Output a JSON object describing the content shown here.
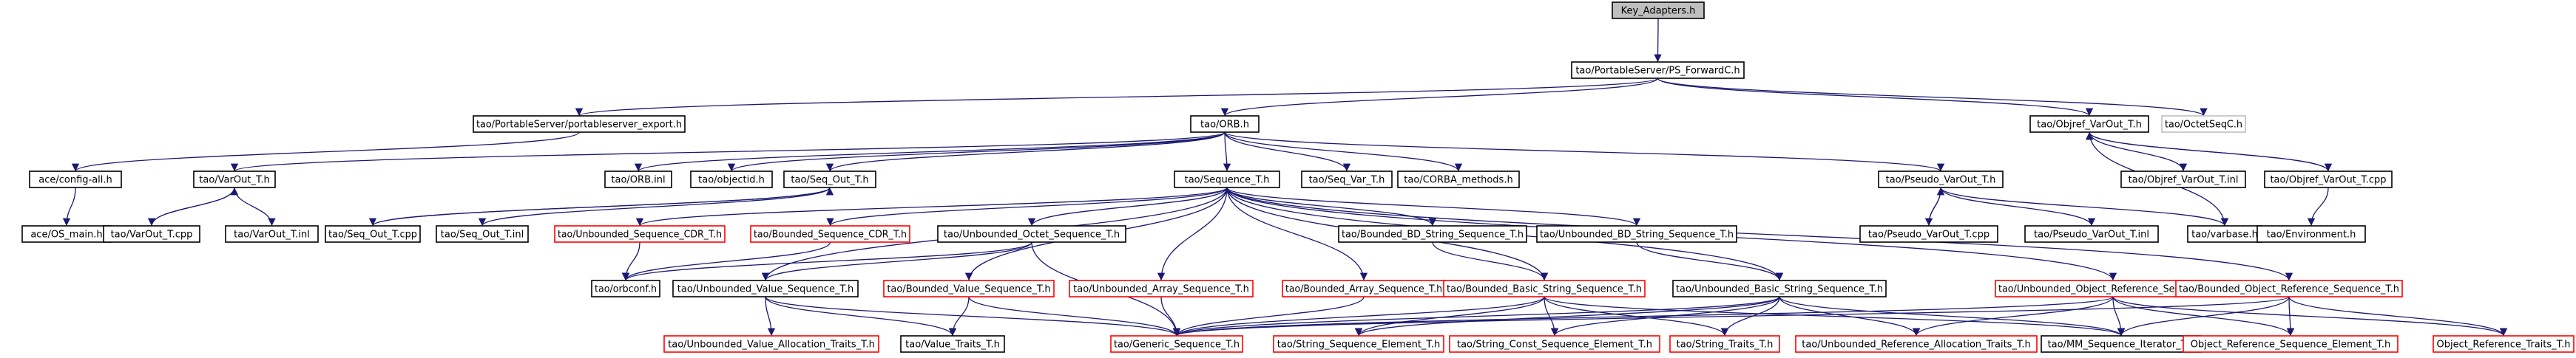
{
  "colors": {
    "root_fill": "#bfbfbf",
    "node_fill": "#ffffff",
    "border_black": "#000000",
    "border_red": "#ff0000",
    "border_grey": "#bfbfbf",
    "edge": "#191970"
  },
  "nodes": [
    {
      "id": "root",
      "label": "Key_Adapters.h",
      "style": "root"
    },
    {
      "id": "psfwd",
      "label": "tao/PortableServer/PS_ForwardC.h",
      "style": "black"
    },
    {
      "id": "psexport",
      "label": "tao/PortableServer/portableserver_export.h",
      "style": "black"
    },
    {
      "id": "orb",
      "label": "tao/ORB.h",
      "style": "black"
    },
    {
      "id": "objrefvarout",
      "label": "tao/Objref_VarOut_T.h",
      "style": "black"
    },
    {
      "id": "octetseqc",
      "label": "tao/OctetSeqC.h",
      "style": "grey"
    },
    {
      "id": "aceconfig",
      "label": "ace/config-all.h",
      "style": "black"
    },
    {
      "id": "varout",
      "label": "tao/VarOut_T.h",
      "style": "black"
    },
    {
      "id": "orbinl",
      "label": "tao/ORB.inl",
      "style": "black"
    },
    {
      "id": "objectid",
      "label": "tao/objectid.h",
      "style": "black"
    },
    {
      "id": "seqout",
      "label": "tao/Seq_Out_T.h",
      "style": "black"
    },
    {
      "id": "sequence",
      "label": "tao/Sequence_T.h",
      "style": "black"
    },
    {
      "id": "seqvar",
      "label": "tao/Seq_Var_T.h",
      "style": "black"
    },
    {
      "id": "corbamethods",
      "label": "tao/CORBA_methods.h",
      "style": "black"
    },
    {
      "id": "pseudovarout",
      "label": "tao/Pseudo_VarOut_T.h",
      "style": "black"
    },
    {
      "id": "objrefinl",
      "label": "tao/Objref_VarOut_T.inl",
      "style": "black"
    },
    {
      "id": "objrefcpp",
      "label": "tao/Objref_VarOut_T.cpp",
      "style": "black"
    },
    {
      "id": "acemain",
      "label": "ace/OS_main.h",
      "style": "black"
    },
    {
      "id": "varoutcpp",
      "label": "tao/VarOut_T.cpp",
      "style": "black"
    },
    {
      "id": "varoutinl",
      "label": "tao/VarOut_T.inl",
      "style": "black"
    },
    {
      "id": "seqoutcpp",
      "label": "tao/Seq_Out_T.cpp",
      "style": "black"
    },
    {
      "id": "seqoutinl",
      "label": "tao/Seq_Out_T.inl",
      "style": "black"
    },
    {
      "id": "unbseqcdr",
      "label": "tao/Unbounded_Sequence_CDR_T.h",
      "style": "red"
    },
    {
      "id": "bndseqcdr",
      "label": "tao/Bounded_Sequence_CDR_T.h",
      "style": "red"
    },
    {
      "id": "unboctet",
      "label": "tao/Unbounded_Octet_Sequence_T.h",
      "style": "black"
    },
    {
      "id": "bndbdstr",
      "label": "tao/Bounded_BD_String_Sequence_T.h",
      "style": "black"
    },
    {
      "id": "unbbdstr",
      "label": "tao/Unbounded_BD_String_Sequence_T.h",
      "style": "black"
    },
    {
      "id": "pseudocpp",
      "label": "tao/Pseudo_VarOut_T.cpp",
      "style": "black"
    },
    {
      "id": "pseudoinl",
      "label": "tao/Pseudo_VarOut_T.inl",
      "style": "black"
    },
    {
      "id": "varbase",
      "label": "tao/varbase.h",
      "style": "black"
    },
    {
      "id": "environment",
      "label": "tao/Environment.h",
      "style": "black"
    },
    {
      "id": "orbconf",
      "label": "tao/orbconf.h",
      "style": "black"
    },
    {
      "id": "unbvalue",
      "label": "tao/Unbounded_Value_Sequence_T.h",
      "style": "black"
    },
    {
      "id": "bndvalue",
      "label": "tao/Bounded_Value_Sequence_T.h",
      "style": "red"
    },
    {
      "id": "unbarray",
      "label": "tao/Unbounded_Array_Sequence_T.h",
      "style": "red"
    },
    {
      "id": "bndarray",
      "label": "tao/Bounded_Array_Sequence_T.h",
      "style": "red"
    },
    {
      "id": "bndbasicstr",
      "label": "tao/Bounded_Basic_String_Sequence_T.h",
      "style": "red"
    },
    {
      "id": "unbbasicstr",
      "label": "tao/Unbounded_Basic_String_Sequence_T.h",
      "style": "black"
    },
    {
      "id": "unbobjref",
      "label": "tao/Unbounded_Object_Reference_Sequence_T.h",
      "style": "red"
    },
    {
      "id": "bndobjref",
      "label": "tao/Bounded_Object_Reference_Sequence_T.h",
      "style": "red"
    },
    {
      "id": "unbvalalloc",
      "label": "tao/Unbounded_Value_Allocation_Traits_T.h",
      "style": "red"
    },
    {
      "id": "valuetraits",
      "label": "tao/Value_Traits_T.h",
      "style": "black"
    },
    {
      "id": "genericseq",
      "label": "tao/Generic_Sequence_T.h",
      "style": "red"
    },
    {
      "id": "strseqelem",
      "label": "tao/String_Sequence_Element_T.h",
      "style": "red"
    },
    {
      "id": "strconstseqelem",
      "label": "tao/String_Const_Sequence_Element_T.h",
      "style": "red"
    },
    {
      "id": "strtraits",
      "label": "tao/String_Traits_T.h",
      "style": "red"
    },
    {
      "id": "unbrefalloc",
      "label": "tao/Unbounded_Reference_Allocation_Traits_T.h",
      "style": "red"
    },
    {
      "id": "mmseqiter",
      "label": "tao/MM_Sequence_Iterator_T.h",
      "style": "black"
    },
    {
      "id": "objrefseqelem",
      "label": "Object_Reference_Sequence_Element_T.h",
      "style": "red"
    },
    {
      "id": "objreftraits",
      "label": "Object_Reference_Traits_T.h",
      "style": "red"
    }
  ]
}
